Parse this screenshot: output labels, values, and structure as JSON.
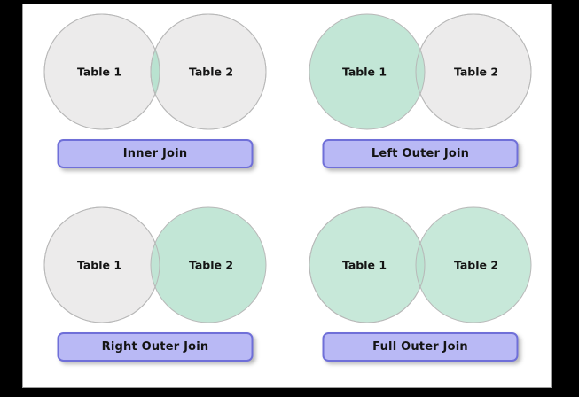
{
  "page": {
    "background": "#ffffff",
    "letterbox_color": "#000000",
    "border_color": "#9e9e9e"
  },
  "palette": {
    "circle_gray_fill": "#ecebeb",
    "circle_mint_fill": "#b9e2d0",
    "circle_stroke": "#b8b8b8",
    "overlap_mint": "#a4d6c0",
    "plate_fill": "#b9b9f5",
    "plate_border": "#6f6fd8",
    "text_color": "#141414"
  },
  "diagram": {
    "title_kind": "sql-join-venn-diagrams",
    "left_circle_label": "Table 1",
    "right_circle_label": "Table 2",
    "cells": [
      {
        "id": "inner-join",
        "label": "Inner Join",
        "left_label": "Table 1",
        "right_label": "Table 2",
        "left_fill": "gray",
        "right_fill": "gray",
        "overlap_fill": "mint",
        "highlight": "intersection-only"
      },
      {
        "id": "left-outer-join",
        "label": "Left Outer Join",
        "left_label": "Table 1",
        "right_label": "Table 2",
        "left_fill": "mint",
        "right_fill": "gray",
        "overlap_fill": "mint",
        "highlight": "left-circle"
      },
      {
        "id": "right-outer-join",
        "label": "Right Outer Join",
        "left_label": "Table 1",
        "right_label": "Table 2",
        "left_fill": "gray",
        "right_fill": "mint",
        "overlap_fill": "mint",
        "highlight": "right-circle"
      },
      {
        "id": "full-outer-join",
        "label": "Full Outer Join",
        "left_label": "Table 1",
        "right_label": "Table 2",
        "left_fill": "mint",
        "right_fill": "mint",
        "overlap_fill": "mint",
        "highlight": "both-circles"
      }
    ]
  }
}
